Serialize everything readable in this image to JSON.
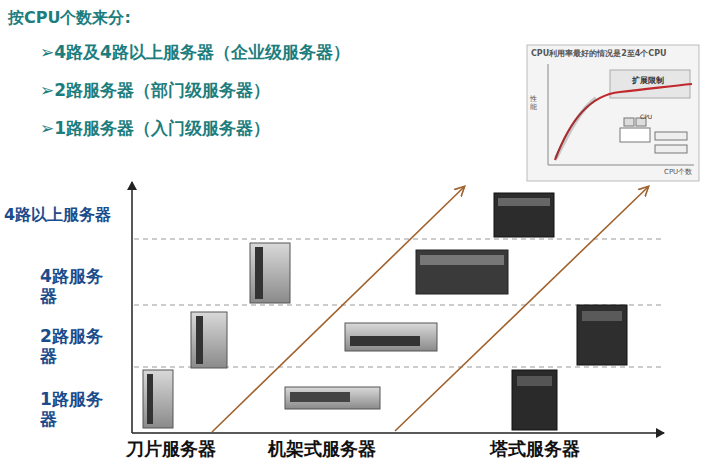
{
  "diagram": {
    "title": "按CPU个数来分:",
    "labels": [
      "➢4路及4路以上服务器（企业级服务器）",
      "➢2路服务器（部门级服务器）",
      "➢1路服务器（入门级服务器）",
      "4路以上服务器",
      "4路服务器",
      "2路服务器",
      "1路服务器",
      "刀片服务器",
      "机架式服务器",
      "塔式服务器",
      "CPU利用率最好的情况是2至4个CPU",
      "扩展限制",
      "性能",
      "CPU个数",
      "CPU"
    ]
  }
}
